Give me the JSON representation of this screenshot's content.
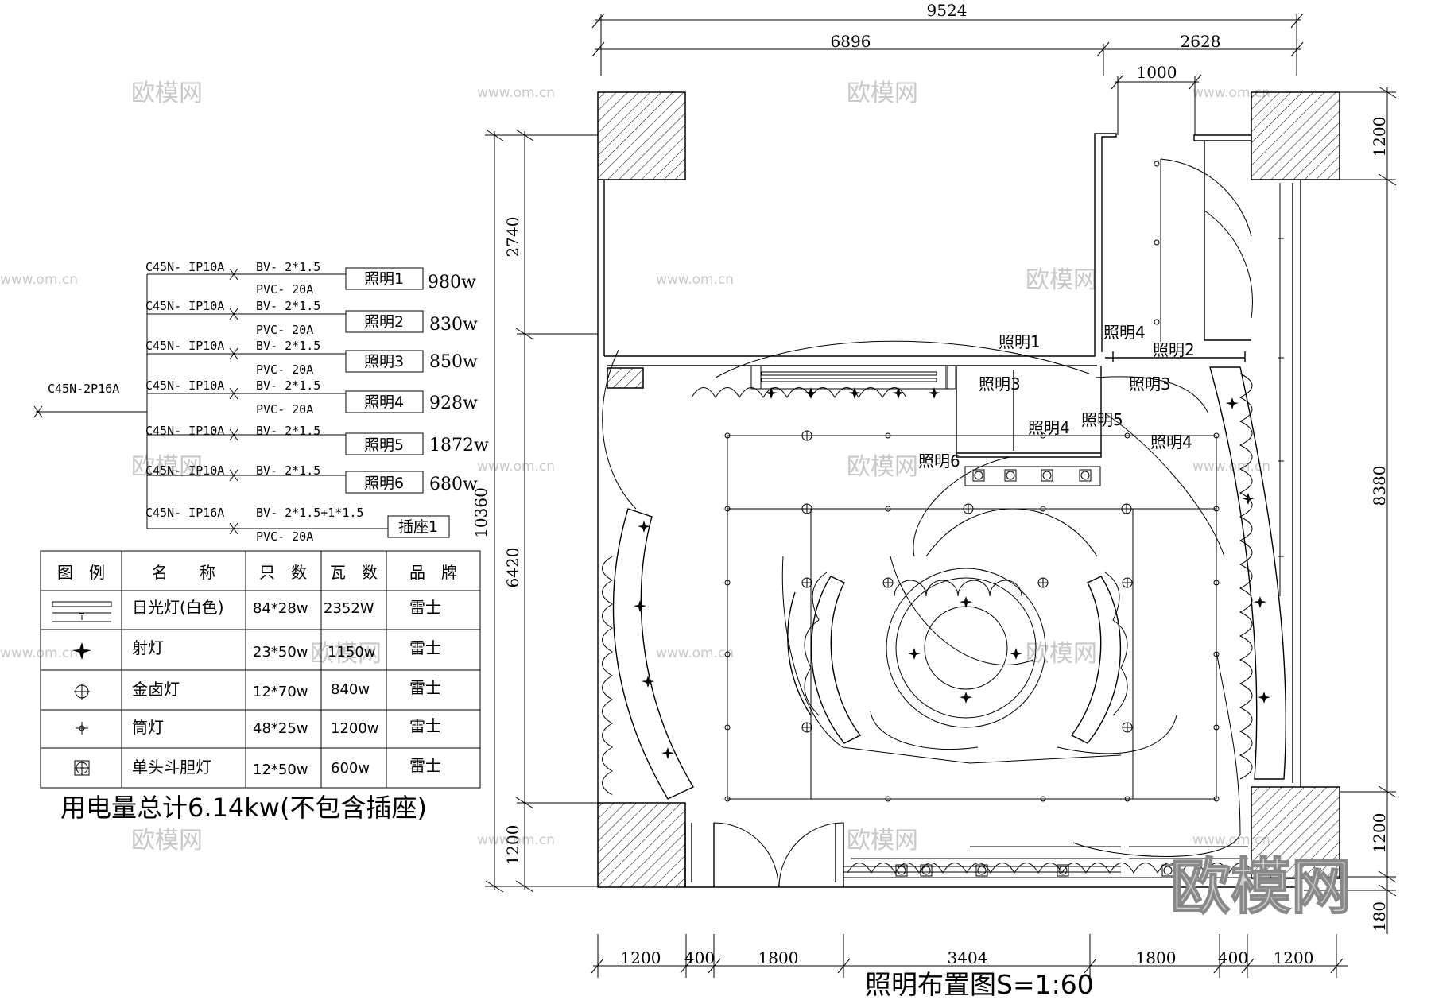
{
  "title": "照明布置图S=1:60",
  "watermark": {
    "small": "欧模网",
    "url": "www.om.cn",
    "big": "欧模网"
  },
  "wiring": {
    "main_breaker": "C45N-2P16A",
    "circuits": [
      {
        "breaker": "C45N- IP10A",
        "cable": "BV- 2*1.5",
        "conduit": "PVC- 20A",
        "name": "照明1",
        "power": "980w"
      },
      {
        "breaker": "C45N- IP10A",
        "cable": "BV- 2*1.5",
        "conduit": "PVC- 20A",
        "name": "照明2",
        "power": "830w"
      },
      {
        "breaker": "C45N- IP10A",
        "cable": "BV- 2*1.5",
        "conduit": "PVC- 20A",
        "name": "照明3",
        "power": "850w"
      },
      {
        "breaker": "C45N- IP10A",
        "cable": "BV- 2*1.5",
        "conduit": "PVC- 20A",
        "name": "照明4",
        "power": "928w"
      },
      {
        "breaker": "C45N- IP10A",
        "cable": "BV- 2*1.5",
        "conduit": "",
        "name": "照明5",
        "power": "1872w"
      },
      {
        "breaker": "C45N- IP10A",
        "cable": "BV- 2*1.5",
        "conduit": "",
        "name": "照明6",
        "power": "680w"
      },
      {
        "breaker": "C45N- IP16A",
        "cable": "BV- 2*1.5+1*1.5",
        "conduit": "PVC- 20A",
        "name": "插座1",
        "power": ""
      }
    ]
  },
  "legend": {
    "headers": [
      "图　例",
      "名　　称",
      "只　数",
      "瓦　数",
      "品　牌"
    ],
    "rows": [
      {
        "icon": "fluorescent-lamp-icon",
        "name": "日光灯(白色)",
        "count": "84*28w",
        "watt": "2352W",
        "brand": "雷士"
      },
      {
        "icon": "spotlight-icon",
        "name": "射灯",
        "count": "23*50w",
        "watt": "1150w",
        "brand": "雷士"
      },
      {
        "icon": "metal-halide-lamp-icon",
        "name": "金卤灯",
        "count": "12*70w",
        "watt": "840w",
        "brand": "雷士"
      },
      {
        "icon": "downlight-icon",
        "name": "筒灯",
        "count": "48*25w",
        "watt": "1200w",
        "brand": "雷士"
      },
      {
        "icon": "single-grille-lamp-icon",
        "name": "单头斗胆灯",
        "count": "12*50w",
        "watt": "600w",
        "brand": "雷士"
      }
    ]
  },
  "total": "用电量总计6.14kw(不包含插座)",
  "dims": {
    "top_total": "9524",
    "top_a": "6896",
    "top_b": "2628",
    "top_c": "1000",
    "left_total": "10360",
    "left_a": "2740",
    "left_b": "6420",
    "left_c": "1200",
    "right_a": "1200",
    "right_b": "8380",
    "right_c": "1200",
    "right_d": "180",
    "bottom": [
      "1200",
      "400",
      "1800",
      "3404",
      "1800",
      "400",
      "1200"
    ]
  },
  "plan_labels": {
    "l1": "照明1",
    "l2": "照明2",
    "l3a": "照明3",
    "l3b": "照明3",
    "l4a": "照明4",
    "l4b": "照明4",
    "l4c": "照明4",
    "l5": "照明5",
    "l6": "照明6"
  }
}
